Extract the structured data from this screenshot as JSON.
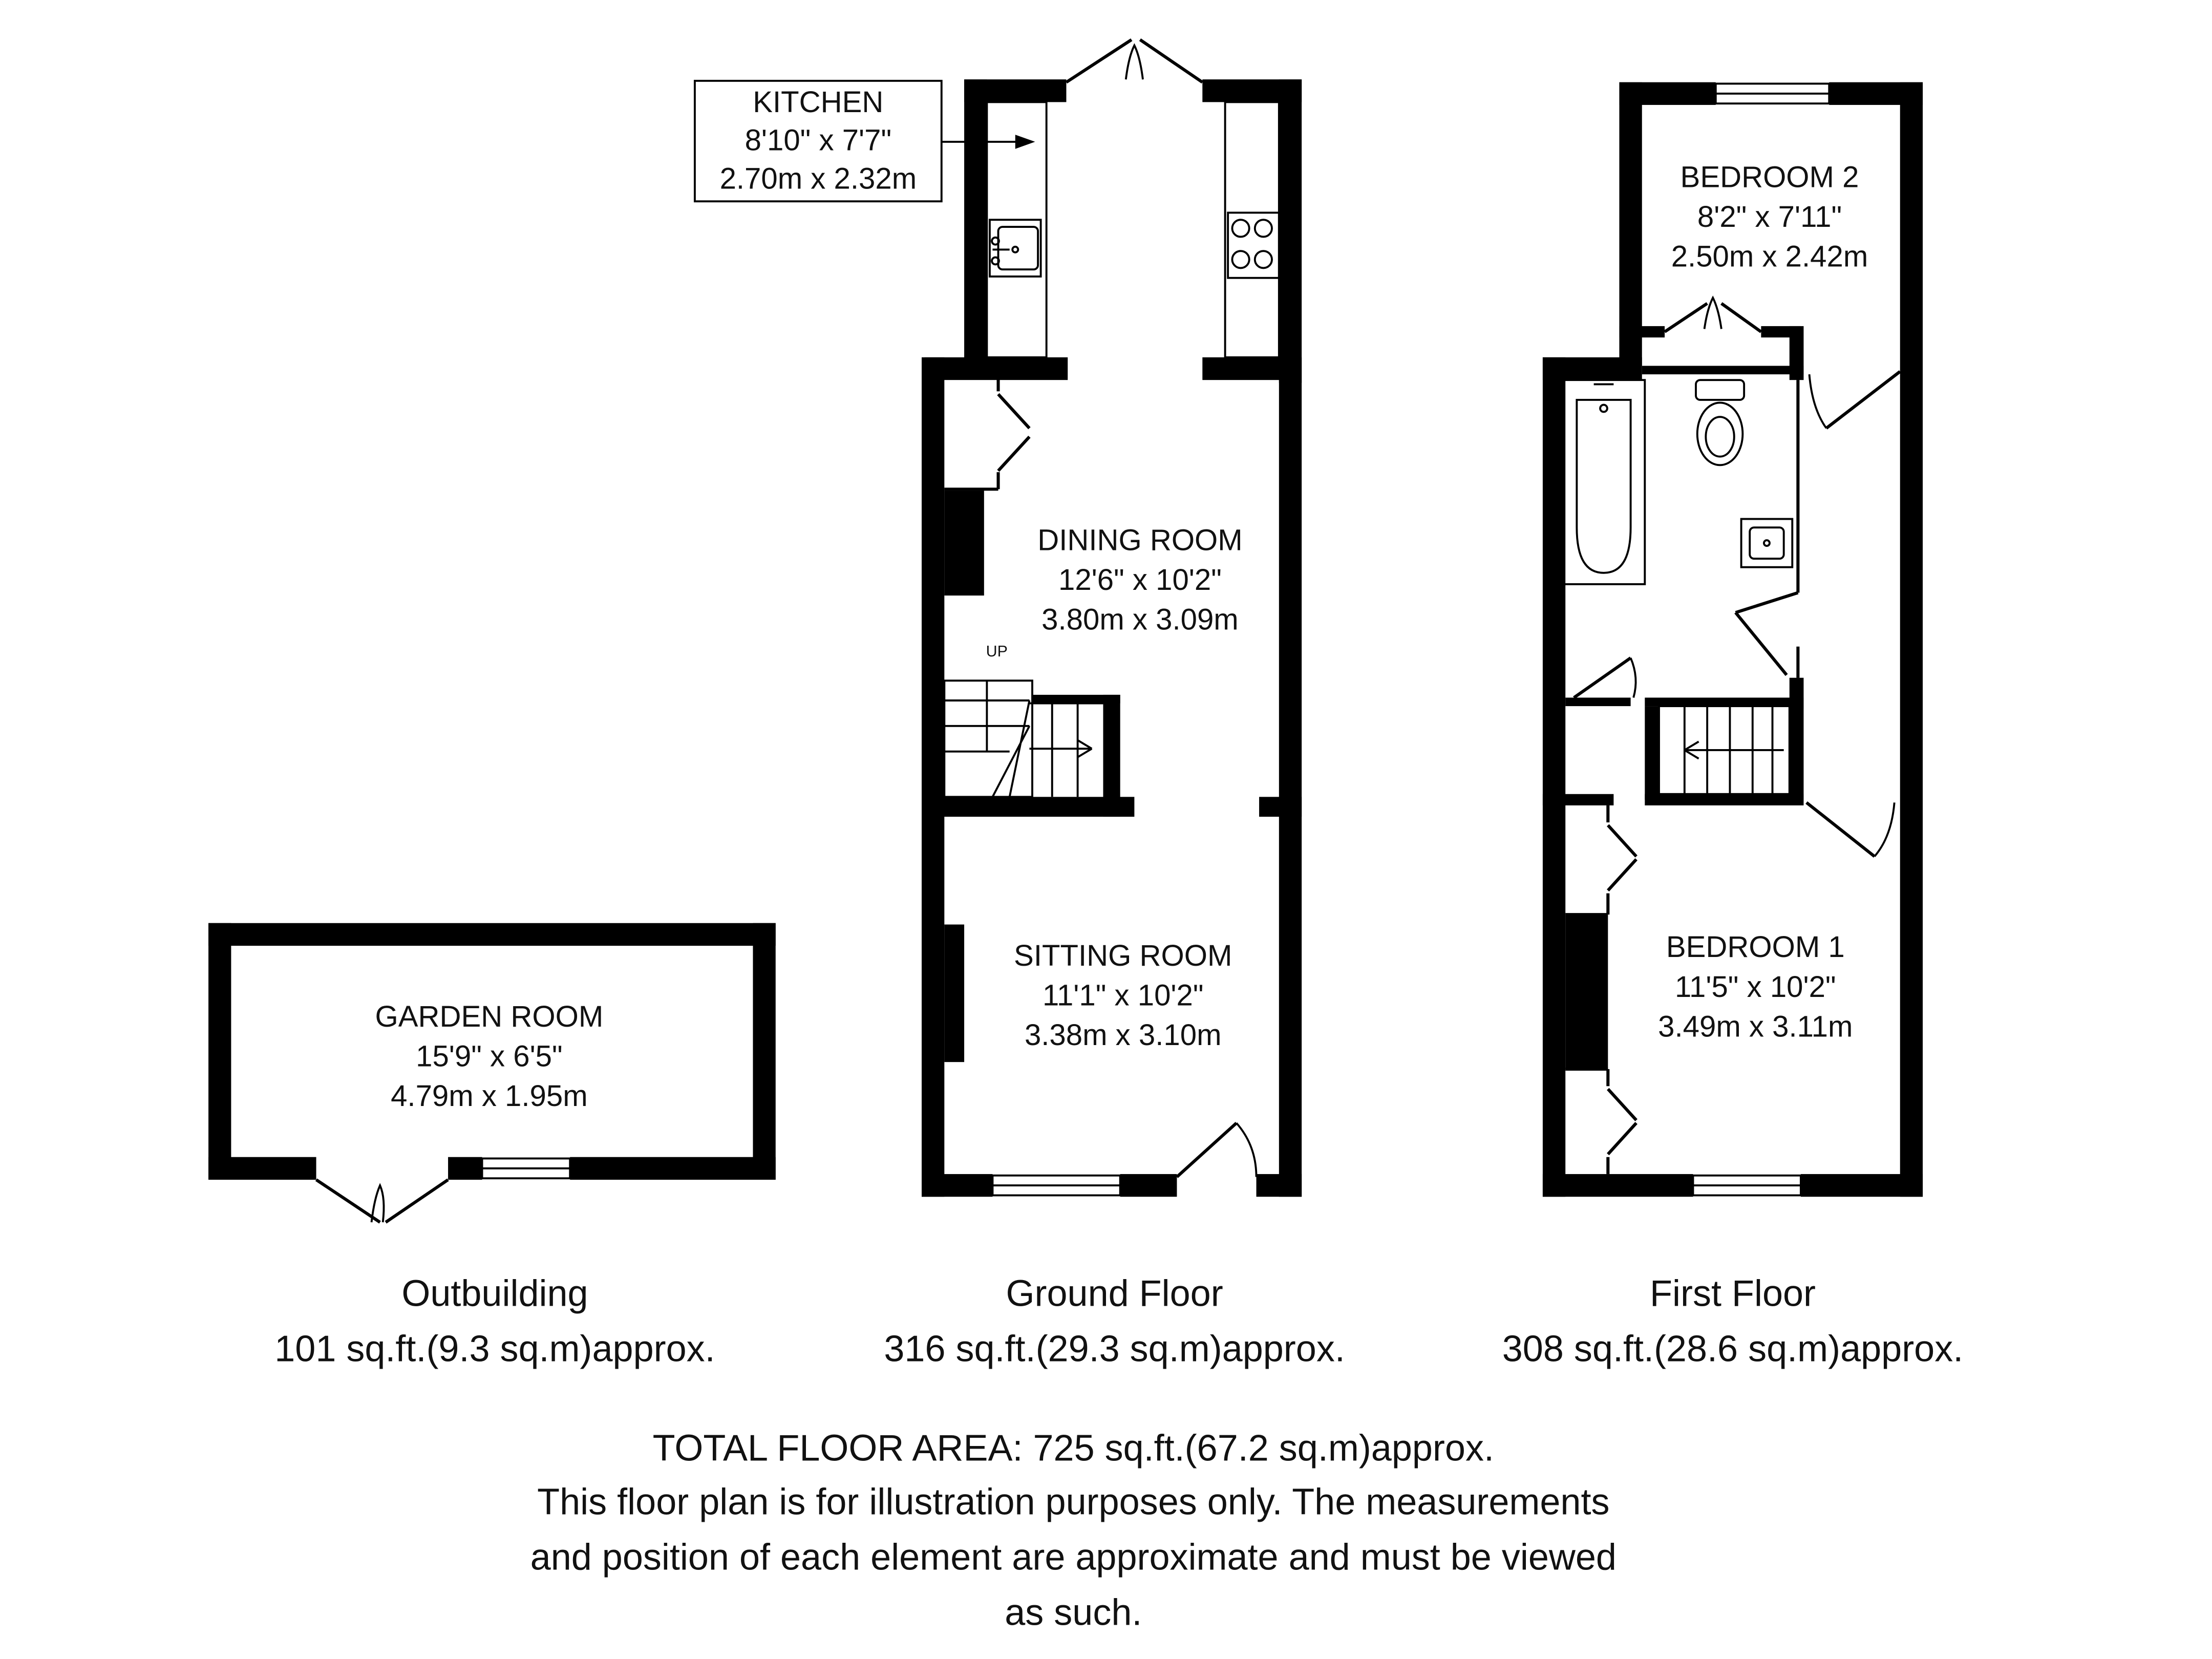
{
  "rooms": {
    "kitchen": {
      "name": "KITCHEN",
      "imperial": "8'10\" x 7'7\"",
      "metric": "2.70m x 2.32m"
    },
    "dining": {
      "name": "DINING ROOM",
      "imperial": "12'6\" x 10'2\"",
      "metric": "3.80m x 3.09m"
    },
    "sitting": {
      "name": "SITTING ROOM",
      "imperial": "11'1\" x 10'2\"",
      "metric": "3.38m x 3.10m"
    },
    "garden": {
      "name": "GARDEN ROOM",
      "imperial": "15'9\" x 6'5\"",
      "metric": "4.79m x 1.95m"
    },
    "bedroom2": {
      "name": "BEDROOM 2",
      "imperial": "8'2\" x 7'11\"",
      "metric": "2.50m x 2.42m"
    },
    "bedroom1": {
      "name": "BEDROOM 1",
      "imperial": "11'5\" x 10'2\"",
      "metric": "3.49m x 3.11m"
    }
  },
  "stairs_label": "UP",
  "floors": {
    "outbuilding": {
      "name": "Outbuilding",
      "area": "101 sq.ft.(9.3 sq.m)approx."
    },
    "ground": {
      "name": "Ground Floor",
      "area": "316 sq.ft.(29.3 sq.m)approx."
    },
    "first": {
      "name": "First Floor",
      "area": "308 sq.ft.(28.6 sq.m)approx."
    }
  },
  "footer": {
    "total": "TOTAL FLOOR AREA: 725 sq.ft.(67.2 sq.m)approx.",
    "disclaimer_lines": [
      "This floor plan is for illustration purposes only. The measurements",
      "and position of each element are approximate and must be viewed",
      "as such."
    ]
  }
}
